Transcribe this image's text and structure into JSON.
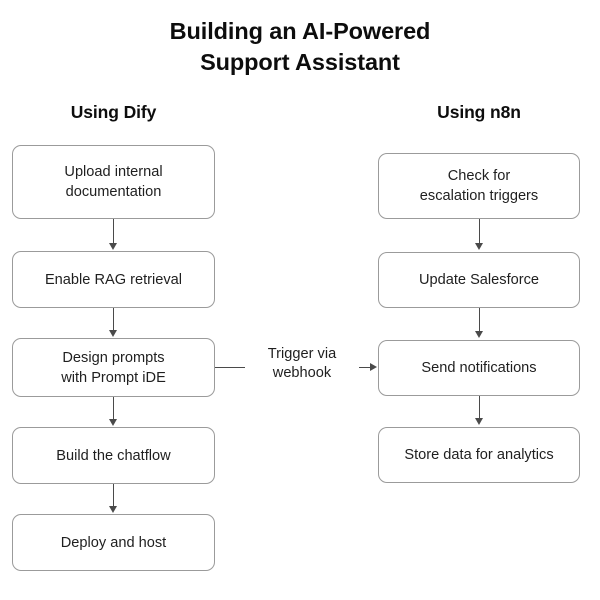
{
  "diagram": {
    "title": {
      "line1": "Building an AI-Powered",
      "line2": "Support Assistant"
    },
    "columns": [
      {
        "id": "dify",
        "header": "Using Dify"
      },
      {
        "id": "n8n",
        "header": "Using n8n"
      }
    ],
    "left_column": {
      "header": "Using Dify",
      "nodes": [
        {
          "id": "upload-internal-documentation",
          "label": "Upload internal\ndocumentation"
        },
        {
          "id": "enable-rag-retrieval",
          "label": "Enable RAG retrieval"
        },
        {
          "id": "design-prompts-prompt-ide",
          "label": "Design prompts\nwith Prompt iDE"
        },
        {
          "id": "build-the-chatflow",
          "label": "Build the chatflow"
        },
        {
          "id": "deploy-and-host",
          "label": "Deploy and host"
        }
      ]
    },
    "right_column": {
      "header": "Using n8n",
      "nodes": [
        {
          "id": "check-escalation-triggers",
          "label": "Check for\nescalation triggers"
        },
        {
          "id": "update-salesforce",
          "label": "Update Salesforce"
        },
        {
          "id": "send-notifications",
          "label": "Send notifications"
        },
        {
          "id": "store-data-for-analytics",
          "label": "Store data for analytics"
        }
      ]
    },
    "cross_connector": {
      "label": "Trigger via\nwebhook",
      "from": "design-prompts-prompt-ide",
      "to": "send-notifications"
    },
    "style": {
      "background": "#ffffff",
      "node_border": "#9b9b9b",
      "node_fill": "#ffffff",
      "text": "#1f1f1f",
      "connector": "#4a4a4a"
    }
  }
}
